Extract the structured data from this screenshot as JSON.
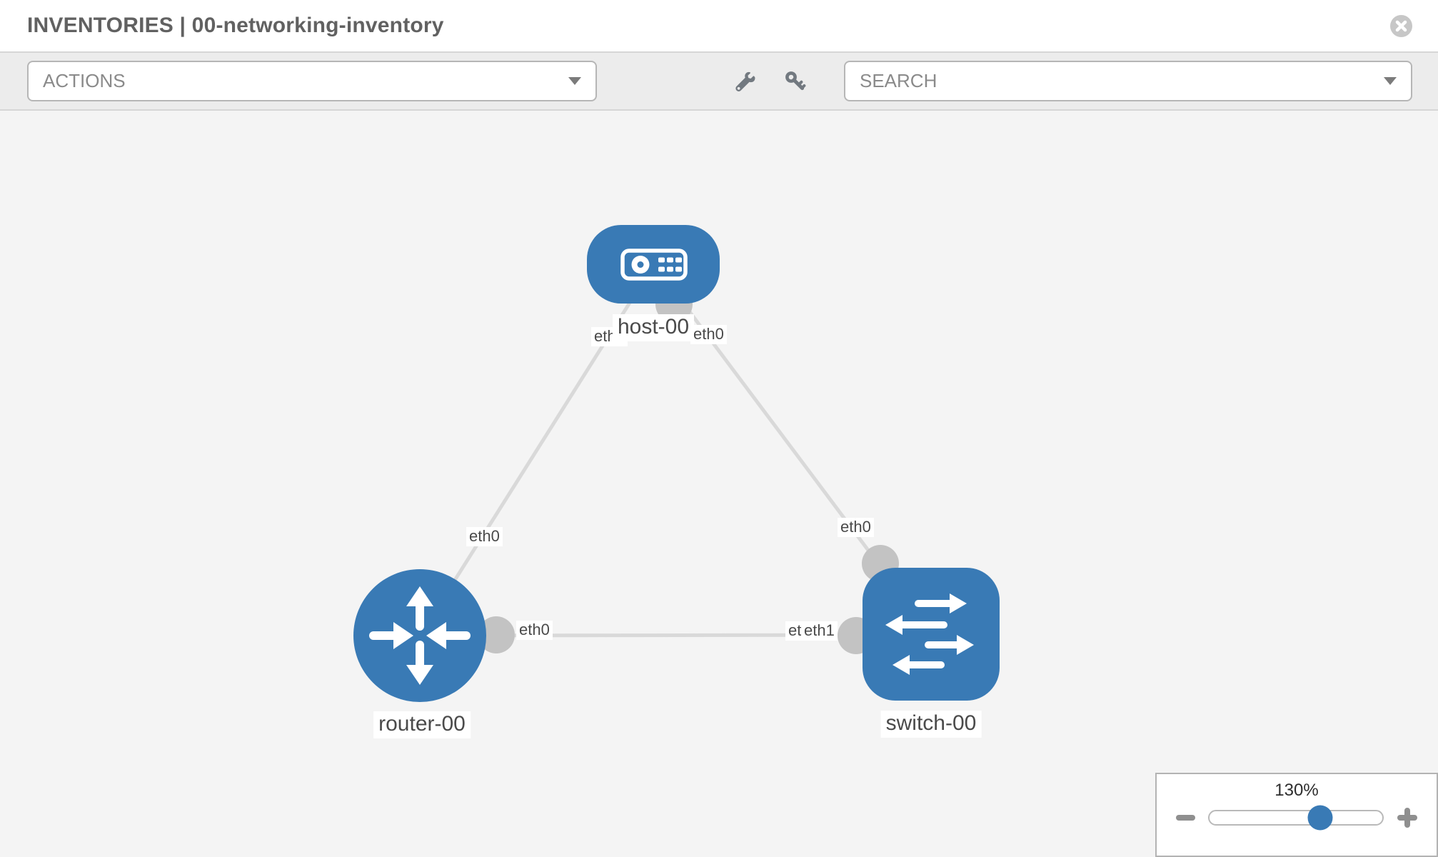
{
  "header": {
    "title": "INVENTORIES | 00-networking-inventory",
    "close_icon": "x-circle-icon"
  },
  "toolbar": {
    "actions_label": "ACTIONS",
    "search_label": "SEARCH",
    "icons": [
      "wrench-icon",
      "key-icon"
    ]
  },
  "topology": {
    "nodes": [
      {
        "id": "host-00",
        "type": "host",
        "label": "host-00"
      },
      {
        "id": "router-00",
        "type": "router",
        "label": "router-00"
      },
      {
        "id": "switch-00",
        "type": "switch",
        "label": "switch-00"
      }
    ],
    "links": [
      {
        "from": "host-00",
        "to": "router-00",
        "from_interface": "eth0",
        "to_interface": "eth0"
      },
      {
        "from": "host-00",
        "to": "switch-00",
        "from_interface": "eth0",
        "to_interface": "eth0"
      },
      {
        "from": "router-00",
        "to": "switch-00",
        "from_interface": "eth0",
        "to_interface": "eth1",
        "switch_side_hidden_label": "eth0"
      }
    ]
  },
  "zoom_control": {
    "level": "130%",
    "slider_percent": 64,
    "minus_icon": "minus-icon",
    "plus_icon": "plus-icon"
  },
  "colors": {
    "node_blue": "#397ab5",
    "link_gray": "#d9d9d9",
    "interface_dot_gray": "#c3c3c3",
    "canvas_bg": "#f4f4f4",
    "toolbar_bg": "#ececec",
    "label_text": "#4a4a4a",
    "title_text": "#616161"
  }
}
